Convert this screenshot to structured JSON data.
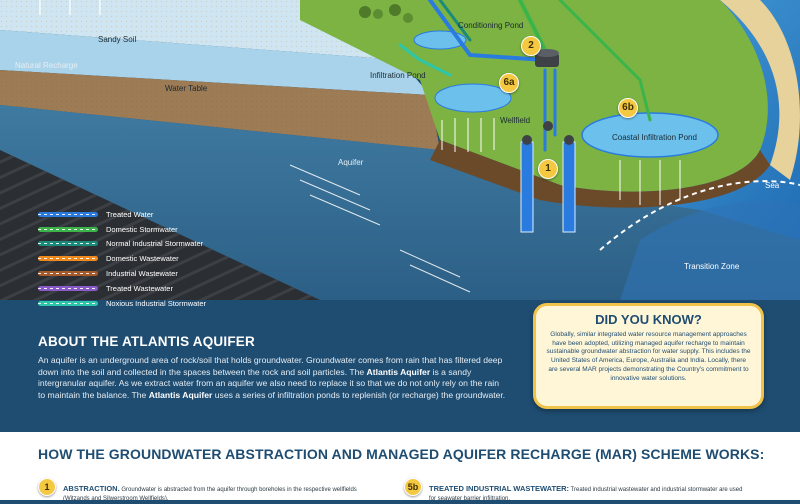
{
  "diagram": {
    "labels": {
      "sandy_soil": "Sandy Soil",
      "natural_recharge": "Natural Recharge",
      "water_table": "Water Table",
      "aquifer": "Aquifer",
      "conditioning_pond": "Conditioning Pond",
      "infiltration_pond": "Infiltration Pond",
      "wellfield": "Wellfield",
      "coastal_infiltration_pond": "Coastal Infiltration Pond",
      "sea": "Sea",
      "transition_zone": "Transition Zone"
    },
    "badges": {
      "b1": "1",
      "b2": "2",
      "b6a": "6a",
      "b6b": "6b"
    }
  },
  "legend": [
    {
      "label": "Treated Water",
      "color": "#2a7be0"
    },
    {
      "label": "Domestic Stormwater",
      "color": "#3bb54a"
    },
    {
      "label": "Normal Industrial Stormwater",
      "color": "#1a8a7a"
    },
    {
      "label": "Domestic Wastewater",
      "color": "#f08a1c"
    },
    {
      "label": "Industrial Wastewater",
      "color": "#a65a2a"
    },
    {
      "label": "Treated Wastewater",
      "color": "#8a5ac8"
    },
    {
      "label": "Noxious Industrial Stormwater",
      "color": "#2ec6a8"
    }
  ],
  "about": {
    "title": "ABOUT THE ATLANTIS AQUIFER",
    "p1": "An aquifer is an underground area of rock/soil that holds groundwater. Groundwater comes from rain that has filtered deep down into the soil and collected in the spaces between the rock and soil particles. The ",
    "aq1": "Atlantis Aquifer",
    "p2": " is a sandy intergranular aquifer. As we extract water from an aquifer we also need to replace it so that we do not only rely on the rain to maintain the balance. The ",
    "aq2": "Atlantis Aquifer",
    "p3": " uses a series of infiltration ponds to replenish (or recharge) the groundwater."
  },
  "did_you_know": {
    "title": "DID YOU KNOW?",
    "text": "Globally, similar integrated water resource management approaches have been adopted, utilizing managed aquifer recharge to maintain sustainable groundwater abstraction for water supply. This includes the United States of America, Europe, Australia and India. Locally, there are several MAR projects demonstrating the Country's commitment to innovative water solutions."
  },
  "scheme": {
    "title": "HOW THE GROUNDWATER ABSTRACTION AND MANAGED AQUIFER RECHARGE (MAR) SCHEME WORKS:",
    "steps": [
      {
        "num": "1",
        "title": "ABSTRACTION.",
        "text_a": " Groundwater is abstracted from the aquifer through boreholes in the respective wellfields",
        "text_b": "(Witzands and Silwerstroom Wellfields)."
      },
      {
        "num": "5b",
        "title": "TREATED INDUSTRIAL WASTEWATER:",
        "text_a": " Treated industrial wastewater and industrial stormwater are used",
        "text_b": "for seawater barrier infiltration."
      }
    ]
  }
}
